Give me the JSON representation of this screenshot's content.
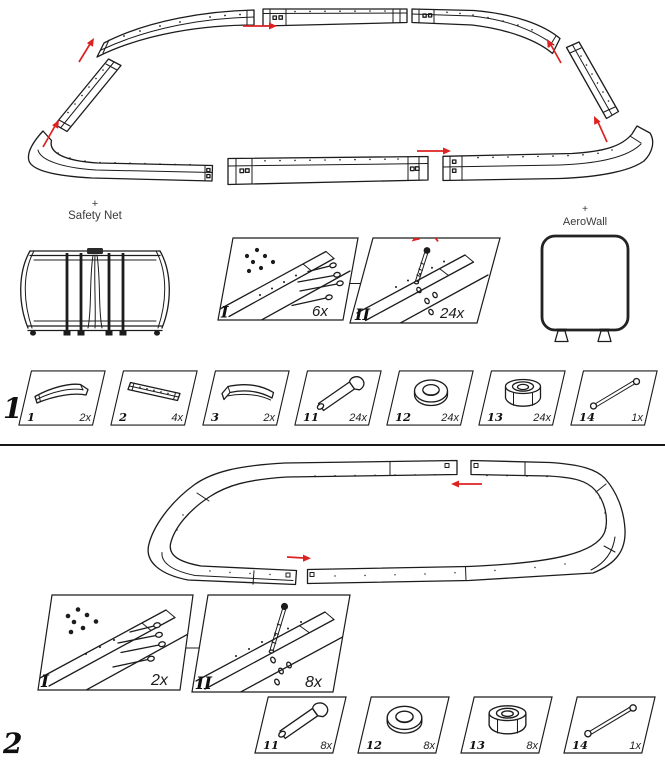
{
  "colors": {
    "line": "#1c1c1c",
    "arrow": "#dd2222"
  },
  "step1": {
    "number": "1",
    "safety_net": {
      "plus": "+",
      "label": "Safety Net"
    },
    "aerowall": {
      "plus": "+",
      "label": "AeroWall"
    },
    "insets": [
      {
        "label": "I",
        "qty": "6x"
      },
      {
        "label": "II",
        "qty": "24x"
      }
    ],
    "parts": [
      {
        "id": "1",
        "qty": "2x",
        "icon": "rail-curved-left"
      },
      {
        "id": "2",
        "qty": "4x",
        "icon": "rail-straight"
      },
      {
        "id": "3",
        "qty": "2x",
        "icon": "rail-curved-right"
      },
      {
        "id": "11",
        "qty": "24x",
        "icon": "bolt"
      },
      {
        "id": "12",
        "qty": "24x",
        "icon": "washer"
      },
      {
        "id": "13",
        "qty": "24x",
        "icon": "locknut"
      },
      {
        "id": "14",
        "qty": "1x",
        "icon": "tool"
      }
    ]
  },
  "step2": {
    "number": "2",
    "insets": [
      {
        "label": "I",
        "qty": "2x"
      },
      {
        "label": "II",
        "qty": "8x"
      }
    ],
    "parts": [
      {
        "id": "11",
        "qty": "8x",
        "icon": "bolt"
      },
      {
        "id": "12",
        "qty": "8x",
        "icon": "washer"
      },
      {
        "id": "13",
        "qty": "8x",
        "icon": "locknut"
      },
      {
        "id": "14",
        "qty": "1x",
        "icon": "tool"
      }
    ]
  }
}
